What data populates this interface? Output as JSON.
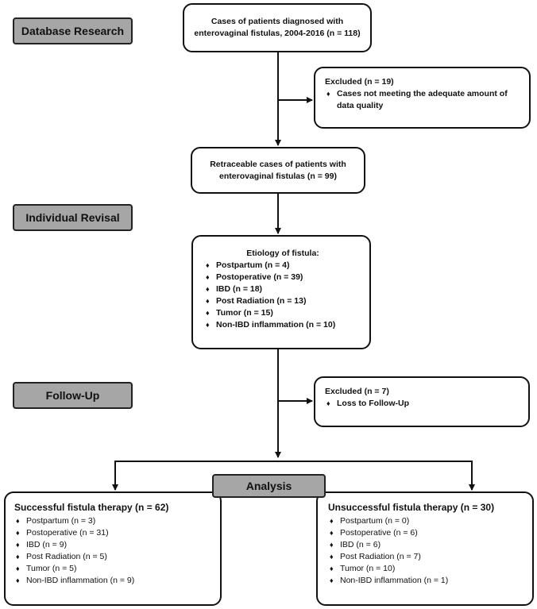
{
  "stages": {
    "database_research": "Database Research",
    "individual_revisal": "Individual Revisal",
    "follow_up": "Follow-Up",
    "analysis": "Analysis"
  },
  "diamond_glyph": "♦",
  "boxes": {
    "cases": {
      "line1": "Cases of patients diagnosed with",
      "line2": "enterovaginal fistulas, 2004-2016 (n = 118)"
    },
    "excluded1": {
      "title": "Excluded  (n = 19)",
      "items": [
        "Cases not meeting the adequate amount of data quality"
      ]
    },
    "retraceable": {
      "line1": "Retraceable cases of patients with",
      "line2": "enterovaginal fistulas (n = 99)"
    },
    "etiology": {
      "title": "Etiology of fistula:",
      "items": [
        "Postpartum (n = 4)",
        "Postoperative (n = 39)",
        "IBD (n = 18)",
        "Post Radiation (n = 13)",
        "Tumor (n = 15)",
        "Non-IBD inflammation (n = 10)"
      ]
    },
    "excluded2": {
      "title": "Excluded  (n = 7)",
      "items": [
        "Loss to Follow-Up"
      ]
    },
    "successful": {
      "title": "Successful fistula therapy (n = 62)",
      "items": [
        "Postpartum (n = 3)",
        "Postoperative (n = 31)",
        "IBD (n = 9)",
        "Post Radiation (n = 5)",
        "Tumor (n = 5)",
        "Non-IBD inflammation (n = 9)"
      ]
    },
    "unsuccessful": {
      "title": "Unsuccessful fistula therapy (n = 30)",
      "items": [
        "Postpartum (n = 0)",
        "Postoperative (n = 6)",
        "IBD (n = 6)",
        "Post Radiation (n = 7)",
        "Tumor (n = 10)",
        "Non-IBD inflammation (n = 1)"
      ]
    }
  }
}
